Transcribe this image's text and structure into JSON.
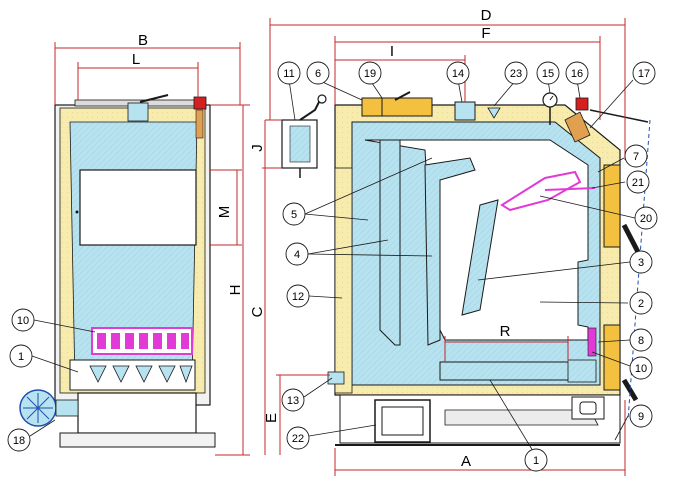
{
  "dimensions": {
    "B": "B",
    "L": "L",
    "M": "M",
    "H": "H",
    "C": "C",
    "D": "D",
    "F": "F",
    "I": "I",
    "J": "J",
    "E": "E",
    "R": "R",
    "A": "A"
  },
  "callouts": {
    "c1a": "1",
    "c1b": "1",
    "c2": "2",
    "c3": "3",
    "c4": "4",
    "c5": "5",
    "c6": "6",
    "c7": "7",
    "c8": "8",
    "c9": "9",
    "c10a": "10",
    "c10b": "10",
    "c11": "11",
    "c12": "12",
    "c13": "13",
    "c14": "14",
    "c15": "15",
    "c16": "16",
    "c17": "17",
    "c18": "18",
    "c19": "19",
    "c20": "20",
    "c21": "21",
    "c22": "22",
    "c23": "23"
  },
  "colors": {
    "insulation": "#f7ecae",
    "water_jacket": "#b7e2f0",
    "dimension_line": "#c0282d",
    "grate_accent": "#e23ad6",
    "outline": "#1a1a1a"
  }
}
